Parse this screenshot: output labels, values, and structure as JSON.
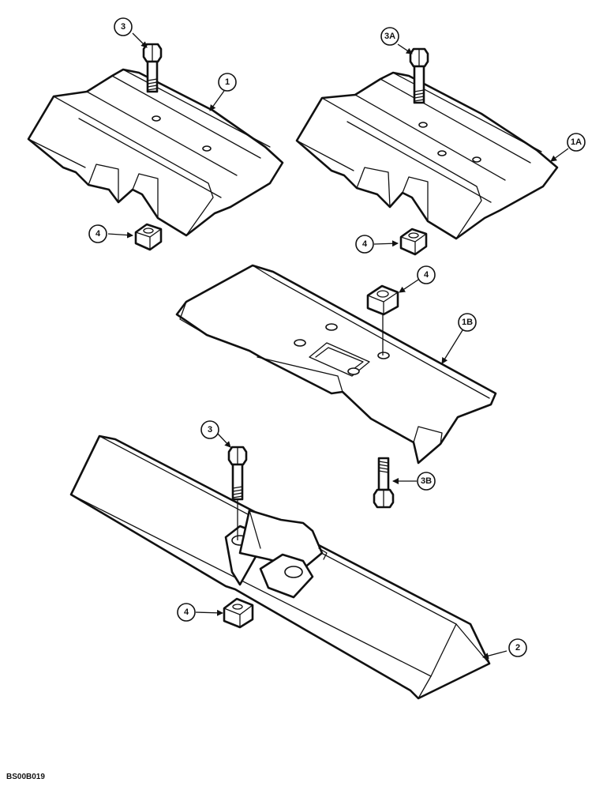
{
  "callouts": {
    "bolt_top_left": "3",
    "shoe_top_left": "1",
    "nut_top_left": "4",
    "bolt_top_right": "3A",
    "shoe_top_right": "1A",
    "nut_top_right": "4",
    "nut_middle": "4",
    "plate_middle": "1B",
    "bolt_middle": "3B",
    "bolt_bottom": "3",
    "nut_bottom": "4",
    "pad_bottom": "2"
  },
  "figure_code": "BS00B019",
  "colors": {
    "ink": "#111111",
    "paper": "#ffffff"
  },
  "icons": [
    "hex-bolt-icon",
    "square-nut-icon"
  ]
}
